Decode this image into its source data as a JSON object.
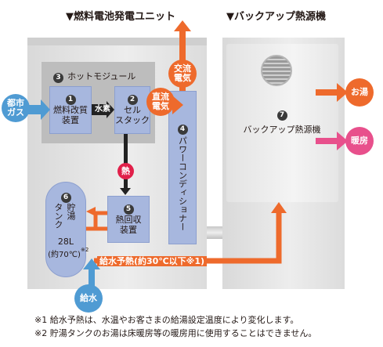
{
  "headers": {
    "fuel_cell_unit": "▼燃料電池発電ユニット",
    "backup_unit": "▼バックアップ熱源機"
  },
  "hot_module": {
    "number": "3",
    "label": "ホットモジュール"
  },
  "components": {
    "reformer": {
      "number": "1",
      "line1": "燃料改質",
      "line2": "装置"
    },
    "cell_stack": {
      "number": "2",
      "line1": "セル",
      "line2": "スタック"
    },
    "power_conditioner": {
      "number": "4",
      "label": "パワーコンディショナー"
    },
    "heat_recovery": {
      "number": "5",
      "line1": "熱回収",
      "line2": "装置"
    },
    "storage_tank": {
      "number": "6",
      "line1": "貯湯",
      "line2": "タンク",
      "line3": "28L",
      "line4": "(約70℃)",
      "note_mark": "※2"
    },
    "backup_heater": {
      "number": "7",
      "label": "バックアップ熱源機"
    }
  },
  "flows": {
    "city_gas": {
      "line1": "都市",
      "line2": "ガス"
    },
    "hydrogen": "水素",
    "dc_power": {
      "line1": "直流",
      "line2": "電気"
    },
    "ac_power": {
      "line1": "交流",
      "line2": "電気"
    },
    "heat": "熱",
    "water_supply": "給水",
    "preheat": "給水予熱(約30℃以下※1)",
    "hot_water": "お湯",
    "heating": "暖房"
  },
  "notes": [
    "※1 給水予熱は、水温やお客さまの給湯設定温度により変化します。",
    "※2 貯湯タンクのお湯は床暖房等の暖房用に使用することはできません。"
  ],
  "colors": {
    "orange": "#ee6a2c",
    "blue": "#4f9bd3",
    "pink": "#e8508c",
    "box_blue": "#a7b7de",
    "unit_gray": "#e2e2e2",
    "module_gray": "#bdbdbd"
  }
}
